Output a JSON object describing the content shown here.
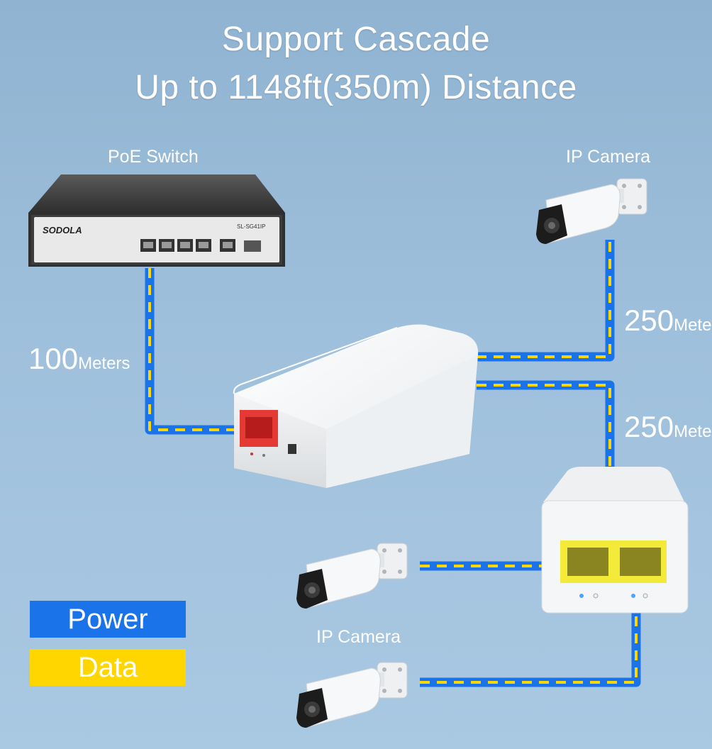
{
  "header": {
    "line1": "Support Cascade",
    "line2": "Up to 1148ft(350m) Distance"
  },
  "devices": {
    "switch_label": "PoE Switch",
    "switch_brand": "SODOLA",
    "switch_model": "SL-SG41IP",
    "camera_top_label": "IP Camera",
    "camera_bottom_label": "IP Camera"
  },
  "distances": {
    "seg1_num": "100",
    "seg1_unit": "Meters",
    "seg2_num": "250",
    "seg2_unit": "Mete",
    "seg3_num": "250",
    "seg3_unit": "Mete"
  },
  "legend": {
    "power": "Power",
    "data": "Data"
  },
  "colors": {
    "power": "#1a73e8",
    "data": "#ffd600",
    "switch_body": "#3a3a3a",
    "port_red": "#e53935",
    "port_yellow": "#f4ea3a"
  }
}
